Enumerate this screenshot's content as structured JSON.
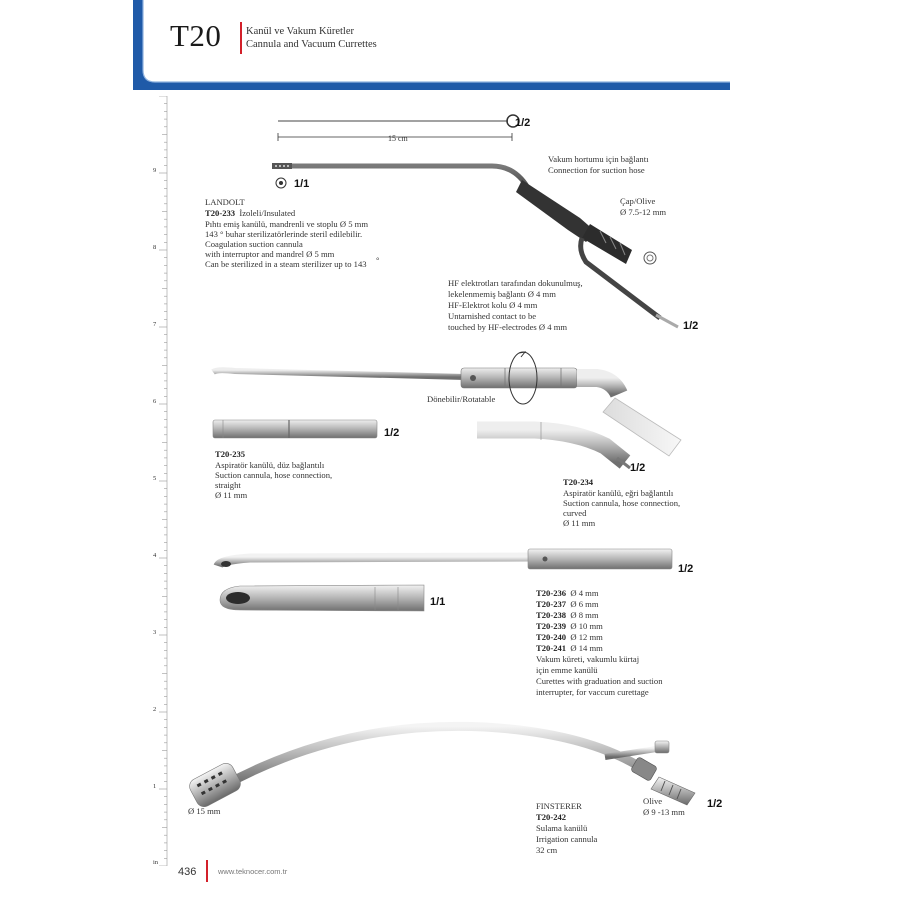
{
  "header": {
    "code": "T20",
    "title_tr": "Kanül ve Vakum Küretler",
    "title_en": "Cannula and Vacuum Currettes",
    "accent_color": "#1f5aa8",
    "divider_color": "#d3202a"
  },
  "ruler": {
    "labels": [
      "9",
      "8",
      "7",
      "6",
      "5",
      "4",
      "3",
      "2",
      "1",
      "in"
    ]
  },
  "landolt": {
    "length_label": "15 cm",
    "scale_top": "1/2",
    "scale_tip": "1/1",
    "scale_bottom": "1/2",
    "name": "LANDOLT",
    "code": "T20-233",
    "variant": "İzoleli/Insulated",
    "desc": [
      "Pıhtı emiş kanülü, mandrenli ve stoplu Ø 5 mm",
      "143 ° buhar sterilizatörlerinde steril edilebilir.",
      "Coagulation suction cannula",
      "with interruptor and mandrel Ø 5 mm",
      "Can be sterilized in a steam sterilizer up to 143"
    ],
    "degree": "°",
    "hose_note": [
      "Vakum hortumu için bağlantı",
      "Connection for suction hose"
    ],
    "olive_note": [
      "Çap/Olive",
      "Ø 7.5-12 mm"
    ],
    "hf_note": [
      "HF elektrotları tarafından dokunulmuş,",
      "lekelenmemiş bağlantı Ø 4 mm",
      "HF-Elektrot kolu Ø 4 mm",
      "Untarnished contact to be",
      "touched by HF-electrodes Ø 4 mm"
    ]
  },
  "rotatable": {
    "label": "Dönebilir/Rotatable",
    "scale_straight": "1/2",
    "scale_curved": "1/2"
  },
  "t20_235": {
    "code": "T20-235",
    "desc": [
      "Aspiratör kanülü, düz bağlantılı",
      "Suction cannula, hose connection,",
      "straight",
      "Ø 11 mm"
    ]
  },
  "t20_234": {
    "code": "T20-234",
    "desc": [
      "Aspiratör kanülü, eğri bağlantılı",
      "Suction cannula, hose connection,",
      "curved",
      "Ø 11 mm"
    ]
  },
  "curettes": {
    "scale_full": "1/2",
    "scale_tip": "1/1",
    "items": [
      {
        "code": "T20-236",
        "size": "Ø 4 mm"
      },
      {
        "code": "T20-237",
        "size": "Ø 6 mm"
      },
      {
        "code": "T20-238",
        "size": "Ø 8 mm"
      },
      {
        "code": "T20-239",
        "size": "Ø 10 mm"
      },
      {
        "code": "T20-240",
        "size": "Ø 12 mm"
      },
      {
        "code": "T20-241",
        "size": "Ø 14 mm"
      }
    ],
    "desc": [
      "Vakum küreti, vakumlu kürtaj",
      "için emme kanülü",
      "Curettes with graduation and suction",
      "interrupter, for vaccum curettage"
    ]
  },
  "finsterer": {
    "tip_diameter": "Ø 15 mm",
    "olive_label": "Olive",
    "olive_size": "Ø 9 -13 mm",
    "scale": "1/2",
    "name": "FINSTERER",
    "code": "T20-242",
    "desc": [
      "Sulama kanülü",
      "Irrigation cannula",
      "32 cm"
    ]
  },
  "footer": {
    "page": "436",
    "url": "www.teknocer.com.tr"
  }
}
